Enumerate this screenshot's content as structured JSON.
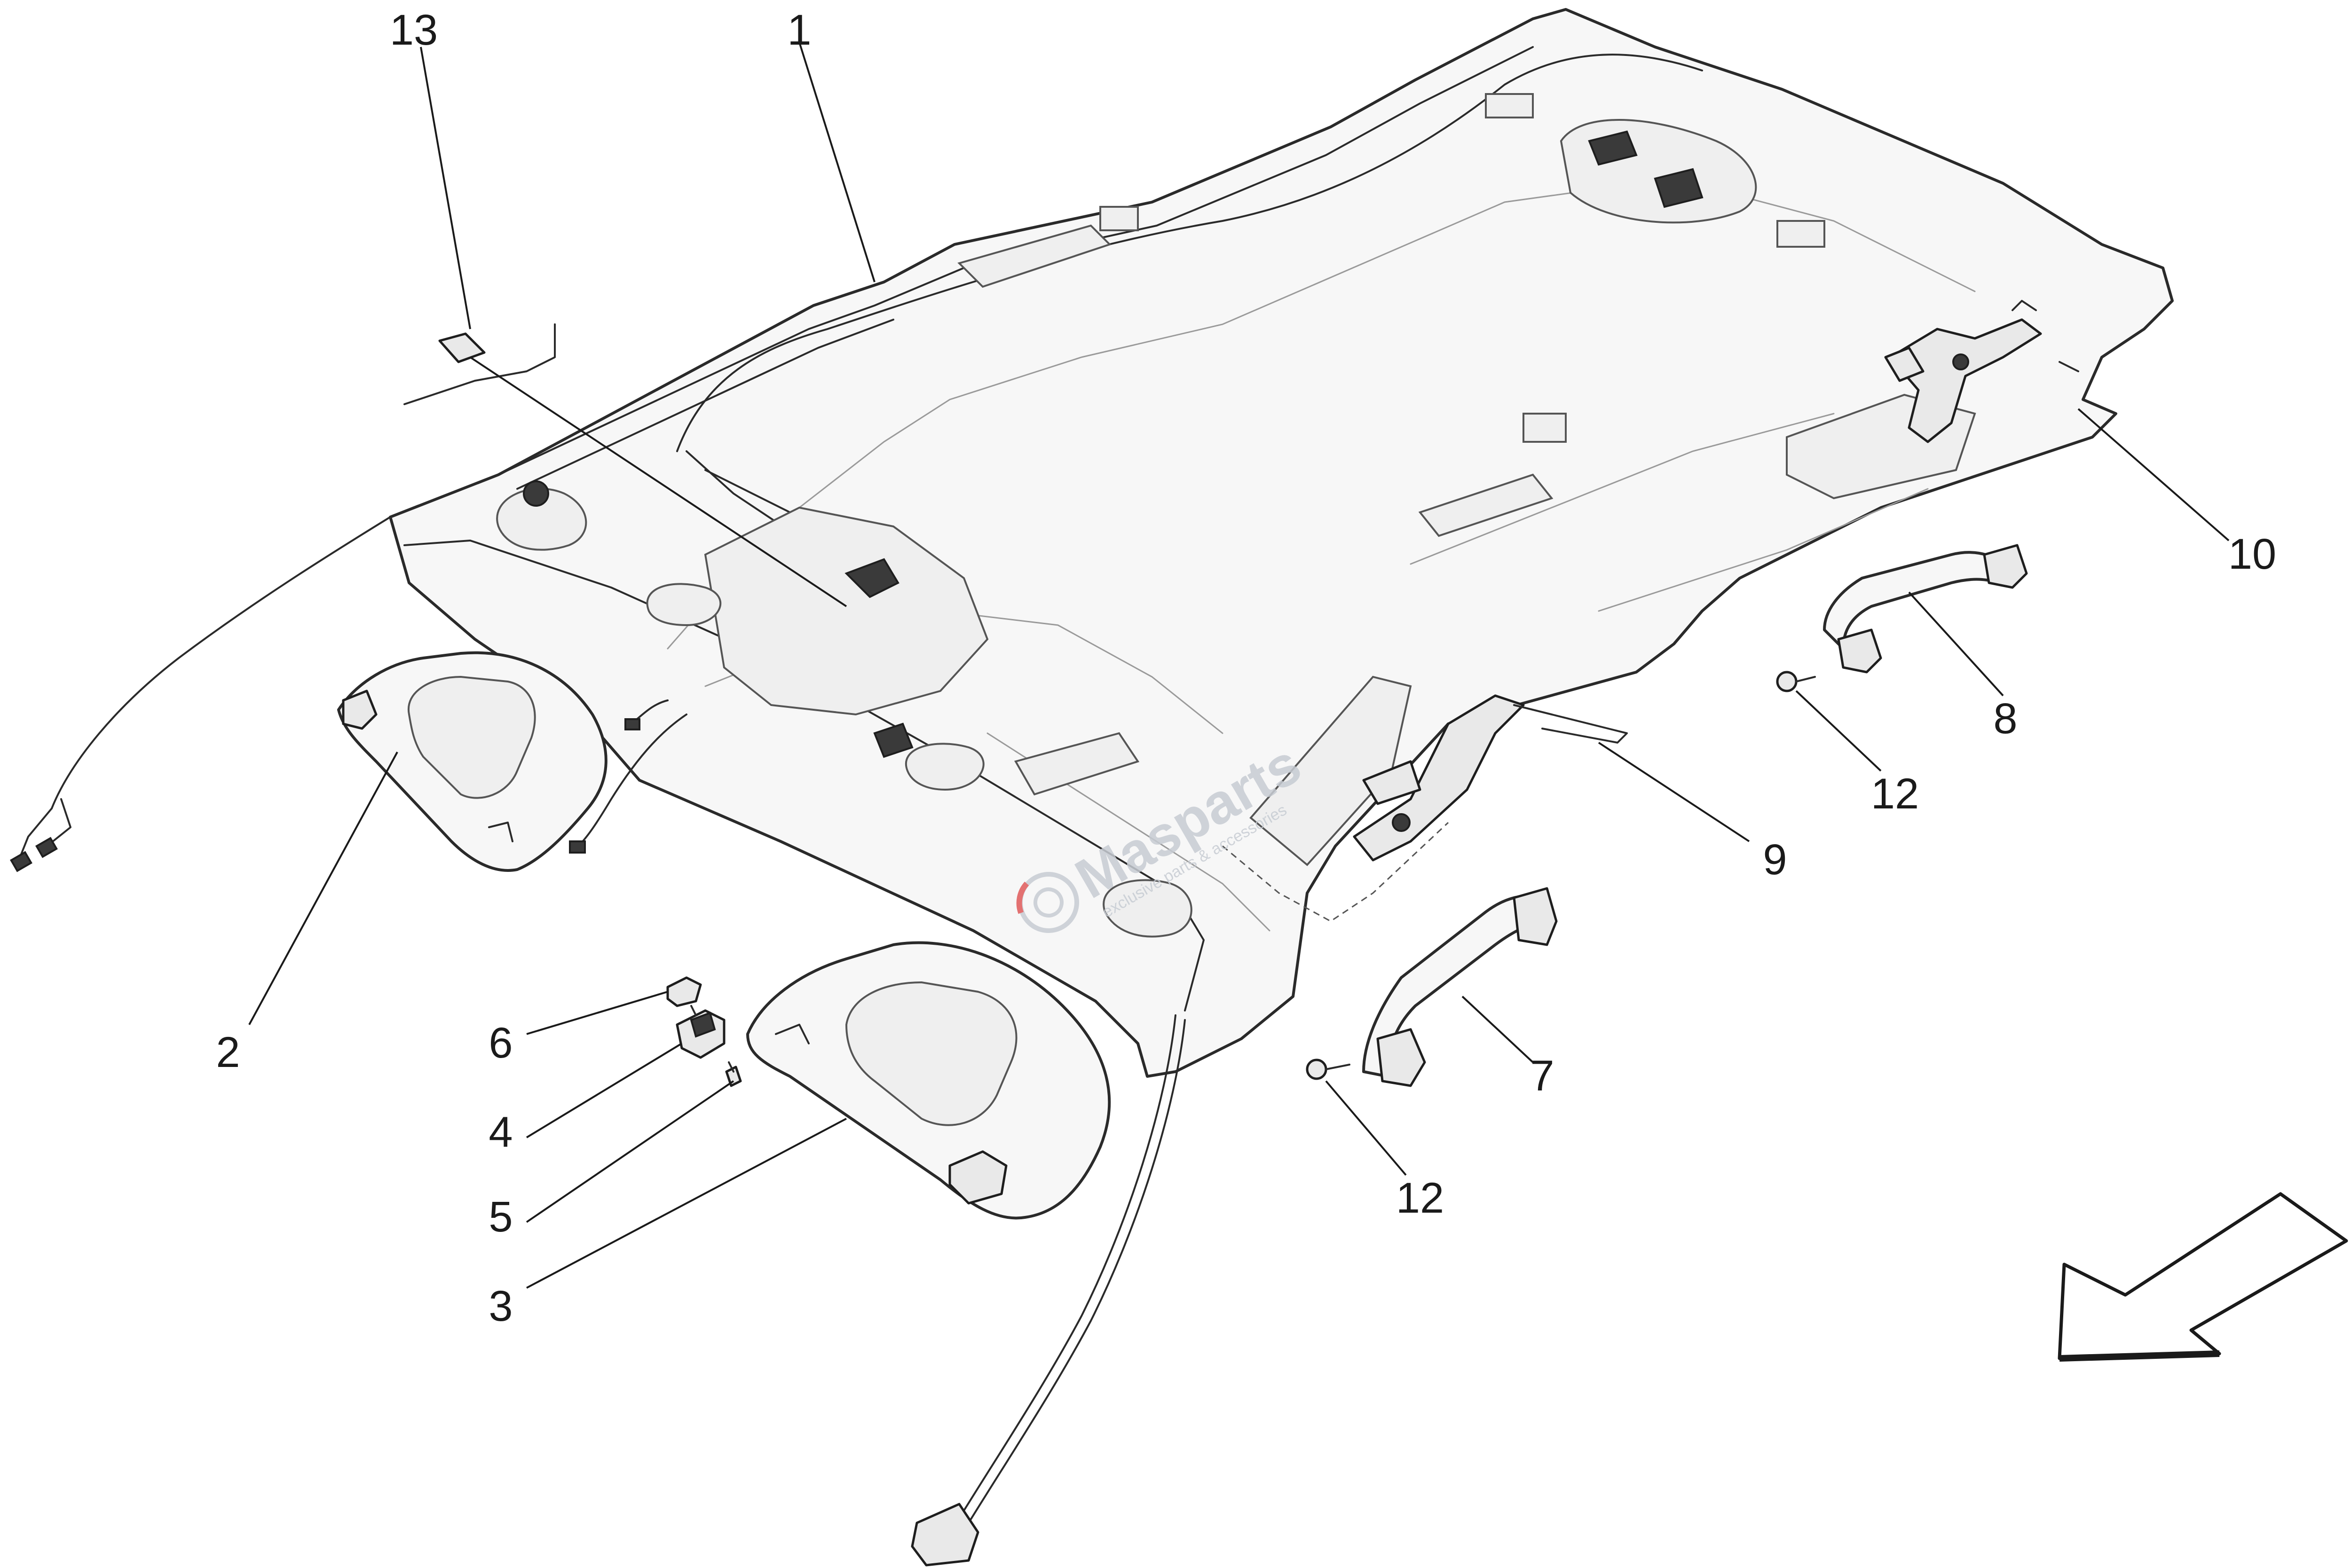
{
  "callouts": {
    "c1": "1",
    "c2": "2",
    "c3": "3",
    "c4": "4",
    "c5": "5",
    "c6": "6",
    "c7": "7",
    "c8": "8",
    "c9": "9",
    "c10": "10",
    "c12a": "12",
    "c12b": "12",
    "c13": "13"
  },
  "watermark": {
    "brand": "Masparts",
    "tagline": "exclusive parts & accessories"
  },
  "icons": {
    "direction_arrow": "arrow-down-left-icon",
    "watermark_logo": "gear-logo-icon"
  },
  "colors": {
    "line": "#1a1a1a",
    "watermark": "#c7ccd3",
    "watermark_accent": "#e05a5a"
  }
}
